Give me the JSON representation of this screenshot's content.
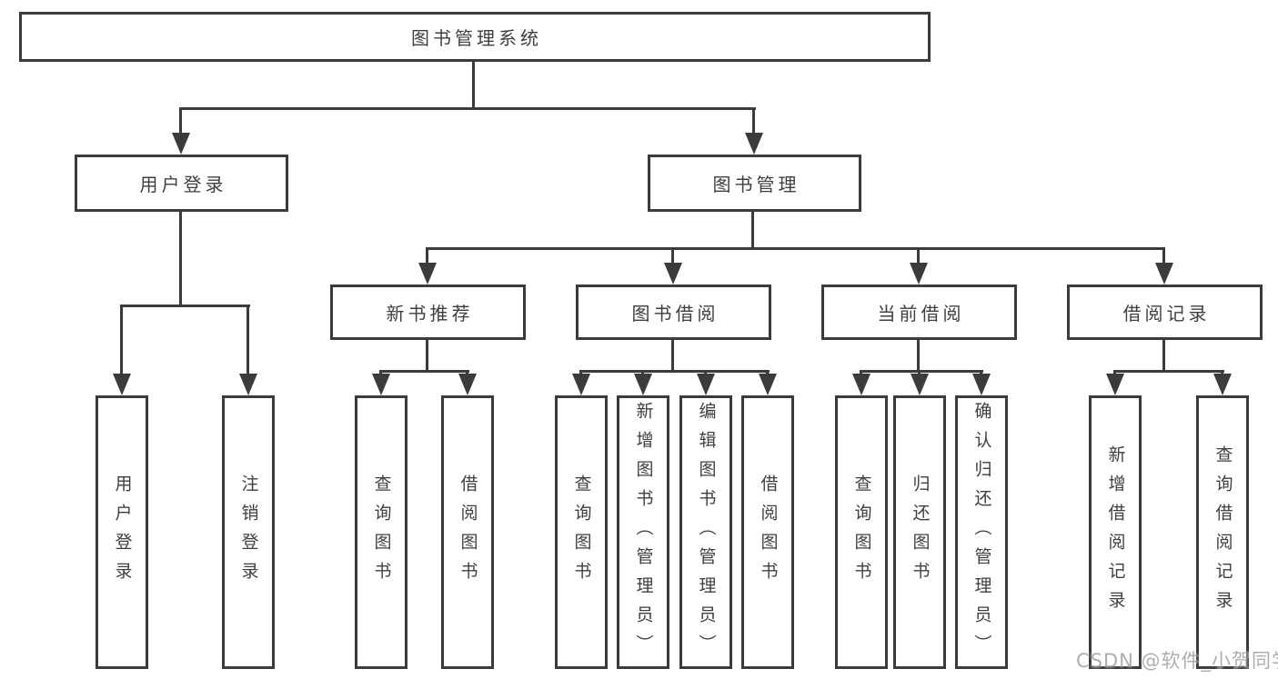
{
  "diagram_type": "hierarchy-tree",
  "tree": {
    "label": "图书管理系统",
    "children": [
      {
        "label": "用户登录",
        "children": [
          {
            "label": "用户登录"
          },
          {
            "label": "注销登录"
          }
        ]
      },
      {
        "label": "图书管理",
        "children": [
          {
            "label": "新书推荐",
            "children": [
              {
                "label": "查询图书"
              },
              {
                "label": "借阅图书"
              }
            ]
          },
          {
            "label": "图书借阅",
            "children": [
              {
                "label": "查询图书"
              },
              {
                "label": "新增图书（管理员）"
              },
              {
                "label": "编辑图书（管理员）"
              },
              {
                "label": "借阅图书"
              }
            ]
          },
          {
            "label": "当前借阅",
            "children": [
              {
                "label": "查询图书"
              },
              {
                "label": "归还图书"
              },
              {
                "label": "确认归还（管理员）"
              }
            ]
          },
          {
            "label": "借阅记录",
            "children": [
              {
                "label": "新增借阅记录"
              },
              {
                "label": "查询借阅记录"
              }
            ]
          }
        ]
      }
    ]
  },
  "watermark": {
    "text": "CSDN @软件_小贺同学",
    "color": "#9a9a9a"
  },
  "colors": {
    "line": "#3b3b3b",
    "text": "#3f3f3f",
    "background": "#ffffff"
  }
}
